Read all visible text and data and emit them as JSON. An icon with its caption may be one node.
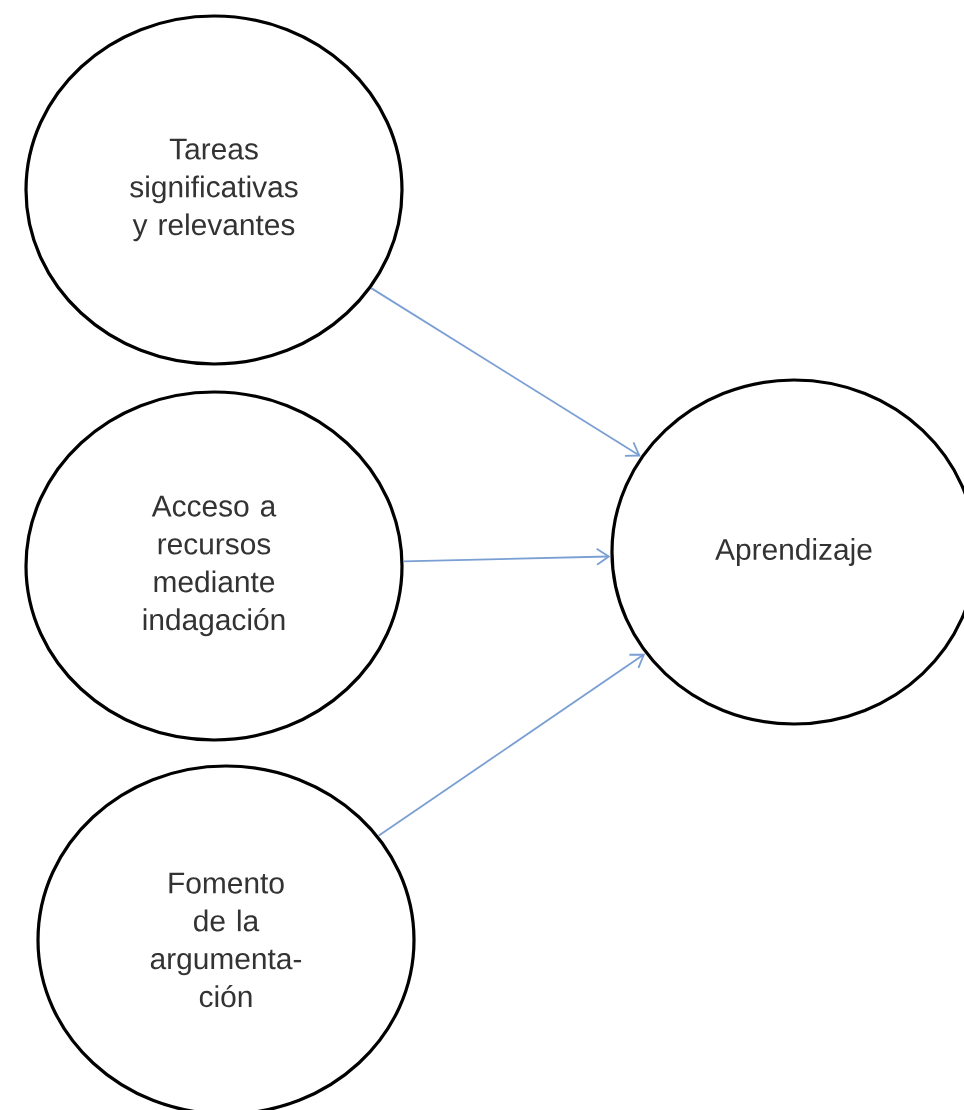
{
  "diagram": {
    "nodes": [
      {
        "text": [
          "Tareas significativas y relevantes"
        ]
      },
      {
        "text": [
          "Acceso a recursos mediante indagación"
        ]
      },
      {
        "text": [
          "Fomento de la argumenta- ción"
        ]
      },
      {
        "text": [
          "Aprendizaje"
        ]
      }
    ],
    "edges": [
      {
        "from": 0,
        "to": 3,
        "arrow": "to"
      },
      {
        "from": 1,
        "to": 3,
        "arrow": "to"
      },
      {
        "from": 2,
        "to": 3,
        "arrow": "to"
      }
    ]
  }
}
